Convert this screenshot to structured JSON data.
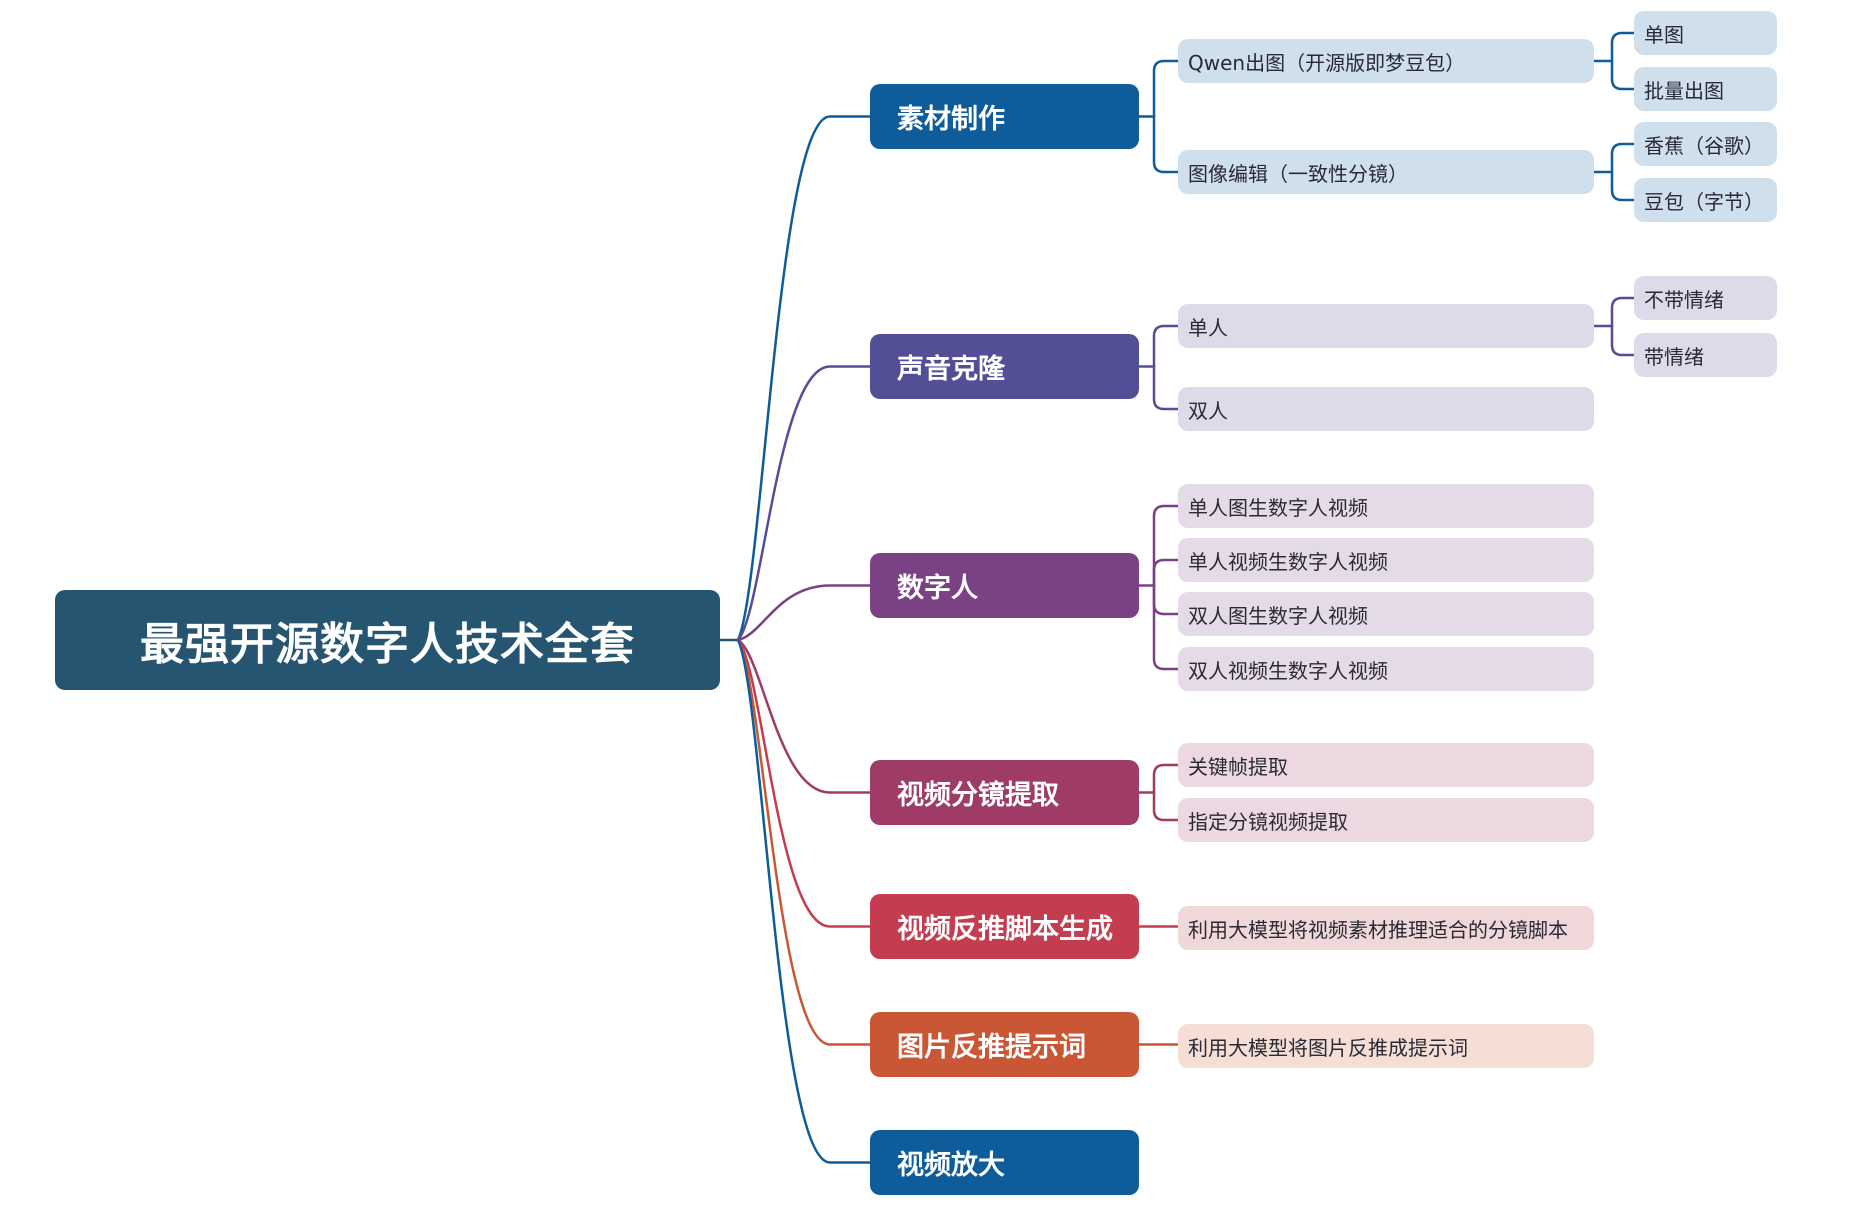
{
  "title": "最强开源数字人技术全套",
  "colors": {
    "root": "#255570",
    "blue": "#0e5c99",
    "blue_light": "#cfdfec",
    "indigo": "#524f96",
    "indigo_light": "#dcdbe9",
    "purple": "#7a4185",
    "purple_light": "#e5dae8",
    "magenta": "#9e3b66",
    "magenta_light": "#ecd8e0",
    "red": "#c33c50",
    "red_light": "#f0d8da",
    "orange": "#c95735",
    "orange_light": "#f5ded6"
  },
  "branches": [
    {
      "label": "素材制作",
      "color": "#0e5c99",
      "light": "#cfdfec",
      "children": [
        {
          "label": "Qwen出图（开源版即梦豆包）",
          "children": [
            {
              "label": "单图"
            },
            {
              "label": "批量出图"
            }
          ]
        },
        {
          "label": "图像编辑（一致性分镜）",
          "children": [
            {
              "label": "香蕉（谷歌）"
            },
            {
              "label": "豆包（字节）"
            }
          ]
        }
      ]
    },
    {
      "label": "声音克隆",
      "color": "#524f96",
      "light": "#dcdbe9",
      "children": [
        {
          "label": "单人",
          "children": [
            {
              "label": "不带情绪"
            },
            {
              "label": "带情绪"
            }
          ]
        },
        {
          "label": "双人",
          "children": []
        }
      ]
    },
    {
      "label": "数字人",
      "color": "#7a4185",
      "light": "#e5dae8",
      "children": [
        {
          "label": "单人图生数字人视频",
          "children": []
        },
        {
          "label": "单人视频生数字人视频",
          "children": []
        },
        {
          "label": "双人图生数字人视频",
          "children": []
        },
        {
          "label": "双人视频生数字人视频",
          "children": []
        }
      ]
    },
    {
      "label": "视频分镜提取",
      "color": "#9e3b66",
      "light": "#ecd8e0",
      "children": [
        {
          "label": "关键帧提取",
          "children": []
        },
        {
          "label": "指定分镜视频提取",
          "children": []
        }
      ]
    },
    {
      "label": "视频反推脚本生成",
      "color": "#c33c50",
      "light": "#f0d8da",
      "children": [
        {
          "label": "利用大模型将视频素材推理适合的分镜脚本",
          "children": []
        }
      ]
    },
    {
      "label": "图片反推提示词",
      "color": "#c95735",
      "light": "#f5ded6",
      "children": [
        {
          "label": "利用大模型将图片反推成提示词",
          "children": []
        }
      ]
    },
    {
      "label": "视频放大",
      "color": "#0e5c99",
      "light": "#cfdfec",
      "children": []
    }
  ]
}
